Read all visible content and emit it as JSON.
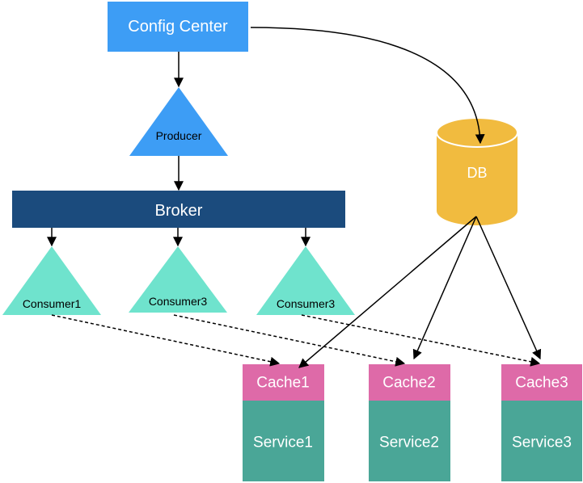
{
  "nodes": {
    "config_center": {
      "label": "Config Center"
    },
    "producer": {
      "label": "Producer"
    },
    "broker": {
      "label": "Broker"
    },
    "db": {
      "label": "DB"
    },
    "consumers": [
      {
        "label": "Consumer1"
      },
      {
        "label": "Consumer3"
      },
      {
        "label": "Consumer3"
      }
    ],
    "caches": [
      {
        "label": "Cache1"
      },
      {
        "label": "Cache2"
      },
      {
        "label": "Cache3"
      }
    ],
    "services": [
      {
        "label": "Service1"
      },
      {
        "label": "Service2"
      },
      {
        "label": "Service3"
      }
    ]
  },
  "colors": {
    "config_center": "#3d9df5",
    "producer": "#3d9df5",
    "broker": "#1b4b7d",
    "db": "#f1bb3f",
    "consumer": "#6fe3cd",
    "cache": "#de6aa8",
    "service": "#4aa697",
    "arrow": "#000000"
  }
}
